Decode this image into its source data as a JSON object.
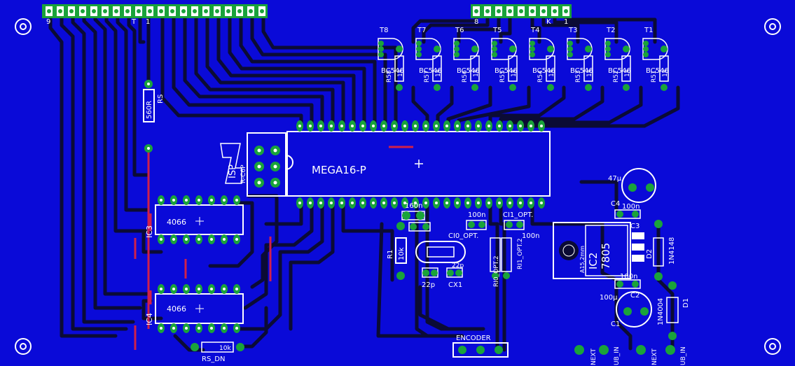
{
  "board": {
    "background_color": "#0a0ad8",
    "track_color": "#0b0b35",
    "pad_color": "#1aa33a",
    "silk_color": "#ffffff",
    "via_color": "#d0204a"
  },
  "header_left": {
    "pin_labels": [
      "9",
      "T",
      "1"
    ]
  },
  "header_right": {
    "pin_labels": [
      "8",
      "K",
      "1"
    ]
  },
  "transistors": [
    "T8",
    "T7",
    "T6",
    "T5",
    "T4",
    "T3",
    "T2",
    "T1"
  ],
  "transistor_value": "BC546",
  "base_resistors": [
    "R58",
    "R57",
    "R56",
    "R55",
    "R54",
    "R53",
    "R52",
    "R51"
  ],
  "resistor_value": "1k",
  "resistor_rs": {
    "name": "RS",
    "value": "560R"
  },
  "isp": {
    "name": "ISP",
    "value": "R-C6P"
  },
  "mcu": {
    "name": "MEGA16-P"
  },
  "ic3": {
    "name": "IC3",
    "value": "4066"
  },
  "ic4": {
    "name": "IC4",
    "value": "4066"
  },
  "caps_small": {
    "c160n": "160n",
    "c100n_a": "100n",
    "c100n_b": "100n",
    "ci1": "CI1_OPT.",
    "ci0": "CI0_OPT."
  },
  "r1": {
    "name": "R1",
    "value": "10k"
  },
  "crystal": {
    "c1": "22p",
    "c2": "22p",
    "cx": "CX1"
  },
  "ri": {
    "a": "RI0_OPT.2",
    "b": "RI1_OPT.2"
  },
  "regulator": {
    "name": "IC2",
    "value": "7805",
    "heatsink": "A15,2mm"
  },
  "power_caps": {
    "c4": "C4",
    "c4_value": "47µ",
    "c3": "C3",
    "c3_value": "100n",
    "c2": "C2",
    "c2_value": "100n",
    "c1": "C1",
    "c1_value": "100µ"
  },
  "diodes": {
    "d2": "D2",
    "d2_value": "1N4148",
    "d1": "D1",
    "d1_value": "1N4004"
  },
  "rs_dn": {
    "name": "RS_DN",
    "value": "10k"
  },
  "encoder": {
    "name": "ENCODER"
  },
  "bottom_connectors": [
    "NEXT",
    "UB_IN",
    "NEXT",
    "UB_IN"
  ]
}
